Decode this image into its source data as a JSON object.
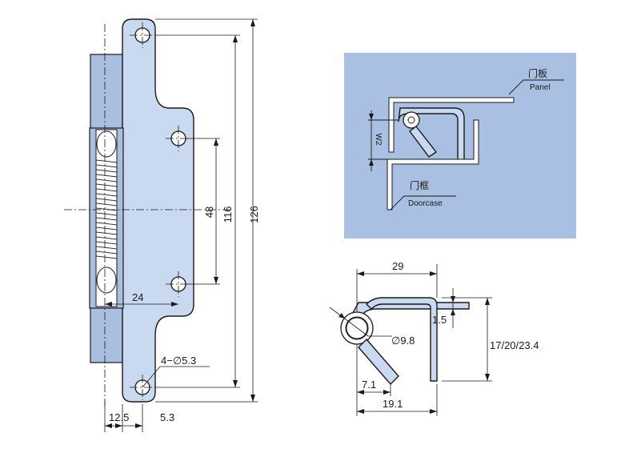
{
  "front_view": {
    "dim_height_total": "126",
    "dim_height_holes": "116",
    "dim_hole_pitch": "48",
    "dim_hole_offset": "24",
    "dim_hole_spec": "4−∅5.3",
    "dim_width_body": "12.5",
    "dim_width_hole": "5.3"
  },
  "install_view": {
    "panel_label_cn": "门板",
    "panel_label_en": "Panel",
    "frame_label_cn": "门框",
    "frame_label_en": "Doorcase",
    "gap_label": "W2"
  },
  "side_view": {
    "dim_length": "29",
    "dim_thickness": "1.5",
    "dim_pivot": "∅9.8",
    "dim_heights": "17/20/23.4",
    "dim_offset": "7.1",
    "dim_base": "19.1"
  },
  "colors": {
    "part_fill": "#c9d9f0",
    "panel_background": "#a9c0e2"
  }
}
